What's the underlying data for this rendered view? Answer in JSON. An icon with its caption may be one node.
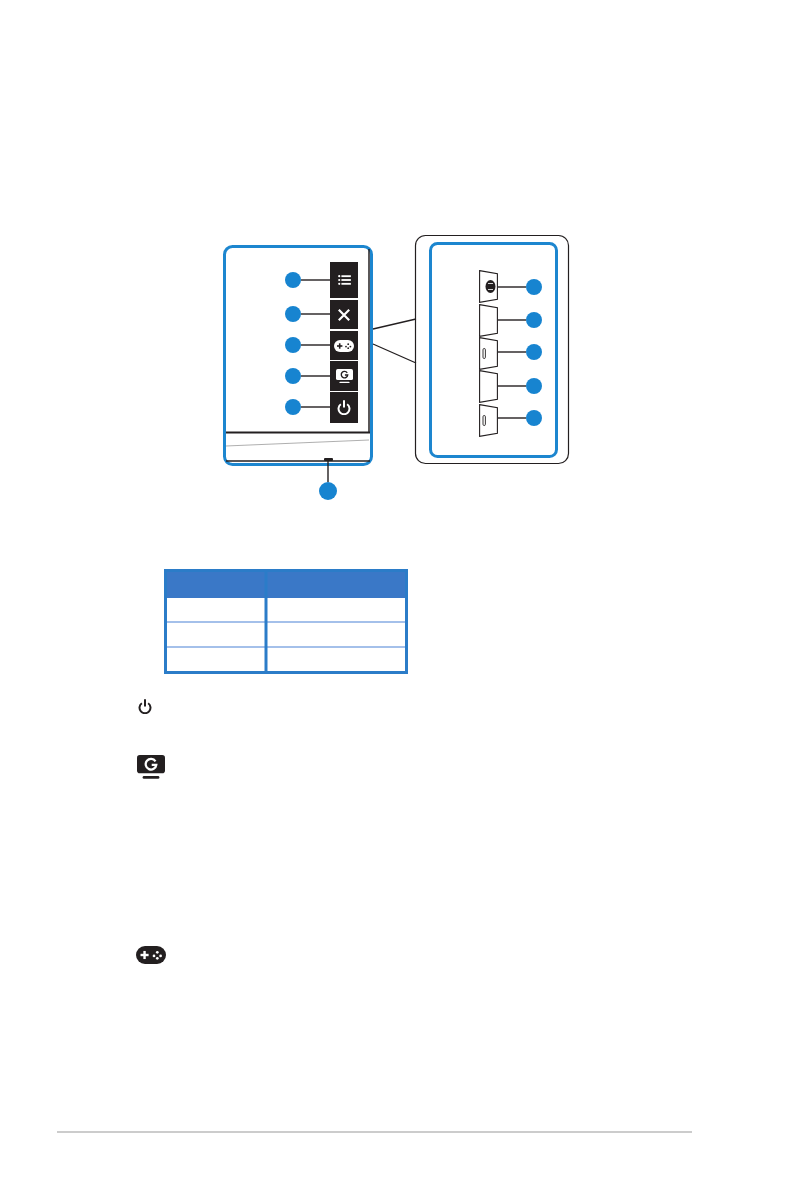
{
  "diagram": {
    "nodes": [
      {
        "text": [],
        "shape": "circle"
      },
      {
        "text": [],
        "shape": "circle"
      },
      {
        "text": [],
        "shape": "circle"
      },
      {
        "text": [],
        "shape": "circle"
      },
      {
        "text": [],
        "shape": "circle"
      },
      {
        "text": [],
        "shape": "box"
      },
      {
        "text": [],
        "shape": "box"
      },
      {
        "text": [],
        "shape": "box"
      },
      {
        "text": [],
        "shape": "box"
      },
      {
        "text": [],
        "shape": "box"
      },
      {
        "text": [],
        "shape": "circle"
      },
      {
        "text": [],
        "shape": "bar"
      },
      {
        "text": [],
        "shape": "circle"
      },
      {
        "text": [],
        "shape": "circle"
      },
      {
        "text": [],
        "shape": "circle"
      },
      {
        "text": [],
        "shape": "circle"
      },
      {
        "text": [],
        "shape": "circle"
      },
      {
        "text": [],
        "shape": "box"
      },
      {
        "text": [],
        "shape": "box"
      },
      {
        "text": [],
        "shape": "box"
      },
      {
        "text": [],
        "shape": "box"
      },
      {
        "text": [],
        "shape": "box"
      }
    ],
    "edges": [
      {
        "from": 0,
        "to": 5,
        "arrow": "none"
      },
      {
        "from": 1,
        "to": 6,
        "arrow": "none"
      },
      {
        "from": 2,
        "to": 7,
        "arrow": "none"
      },
      {
        "from": 3,
        "to": 8,
        "arrow": "none"
      },
      {
        "from": 4,
        "to": 9,
        "arrow": "none"
      },
      {
        "from": 10,
        "to": 11,
        "arrow": "none"
      },
      {
        "from": 12,
        "to": 17,
        "arrow": "none"
      },
      {
        "from": 13,
        "to": 18,
        "arrow": "none"
      },
      {
        "from": 14,
        "to": 19,
        "arrow": "none"
      },
      {
        "from": 15,
        "to": 20,
        "arrow": "none"
      },
      {
        "from": 16,
        "to": 21,
        "arrow": "none"
      }
    ]
  }
}
